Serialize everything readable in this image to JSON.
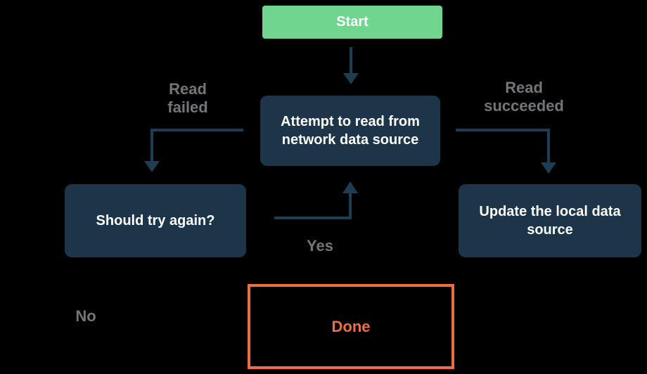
{
  "flowchart": {
    "title": "network read retry flowchart",
    "nodes": {
      "start": {
        "label": "Start"
      },
      "attempt": {
        "label": "Attempt to read from network data source"
      },
      "retry": {
        "label": "Should try again?"
      },
      "update": {
        "label": "Update the local data source"
      },
      "done": {
        "label": "Done"
      }
    },
    "edge_labels": {
      "read_failed": "Read\nfailed",
      "read_succeeded": "Read\nsucceeded",
      "yes": "Yes",
      "no": "No"
    },
    "edges": [
      {
        "from": "start",
        "to": "attempt",
        "label": ""
      },
      {
        "from": "attempt",
        "to": "retry",
        "label": "Read failed"
      },
      {
        "from": "attempt",
        "to": "update",
        "label": "Read succeeded"
      },
      {
        "from": "retry",
        "to": "attempt",
        "label": "Yes"
      },
      {
        "from": "retry",
        "to": "done",
        "label": "No"
      }
    ],
    "colors": {
      "background": "#000000",
      "node_fill": "#1c3548",
      "node_text": "#ffffff",
      "start_fill": "#6fd58f",
      "done_accent": "#ed7045",
      "arrow": "#1e3c52",
      "edge_label_text": "#737577"
    }
  }
}
